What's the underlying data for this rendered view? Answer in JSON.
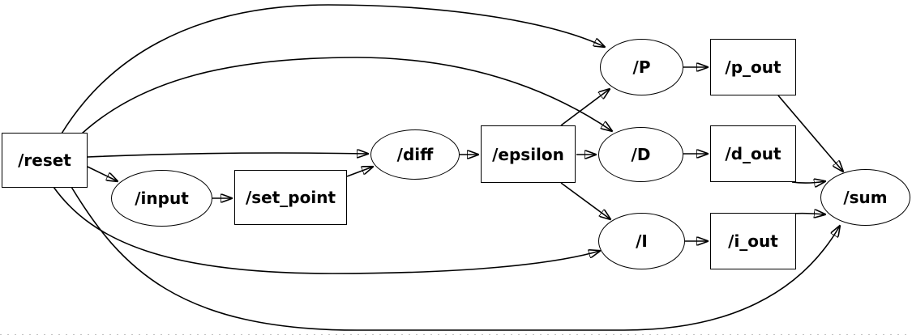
{
  "nodes": {
    "reset": {
      "label": "/reset",
      "shape": "box"
    },
    "input": {
      "label": "/input",
      "shape": "ellipse"
    },
    "set_point": {
      "label": "/set_point",
      "shape": "box"
    },
    "diff": {
      "label": "/diff",
      "shape": "ellipse"
    },
    "epsilon": {
      "label": "/epsilon",
      "shape": "box"
    },
    "P": {
      "label": "/P",
      "shape": "ellipse"
    },
    "D": {
      "label": "/D",
      "shape": "ellipse"
    },
    "I": {
      "label": "/I",
      "shape": "ellipse"
    },
    "p_out": {
      "label": "/p_out",
      "shape": "box"
    },
    "d_out": {
      "label": "/d_out",
      "shape": "box"
    },
    "i_out": {
      "label": "/i_out",
      "shape": "box"
    },
    "sum": {
      "label": "/sum",
      "shape": "ellipse"
    }
  },
  "edges": [
    {
      "from": "/reset",
      "to": "/P"
    },
    {
      "from": "/reset",
      "to": "/D"
    },
    {
      "from": "/reset",
      "to": "/diff"
    },
    {
      "from": "/reset",
      "to": "/input"
    },
    {
      "from": "/reset",
      "to": "/I"
    },
    {
      "from": "/reset",
      "to": "/sum"
    },
    {
      "from": "/input",
      "to": "/set_point"
    },
    {
      "from": "/set_point",
      "to": "/diff"
    },
    {
      "from": "/diff",
      "to": "/epsilon"
    },
    {
      "from": "/epsilon",
      "to": "/P"
    },
    {
      "from": "/epsilon",
      "to": "/D"
    },
    {
      "from": "/epsilon",
      "to": "/I"
    },
    {
      "from": "/P",
      "to": "/p_out"
    },
    {
      "from": "/D",
      "to": "/d_out"
    },
    {
      "from": "/I",
      "to": "/i_out"
    },
    {
      "from": "/p_out",
      "to": "/sum"
    },
    {
      "from": "/d_out",
      "to": "/sum"
    },
    {
      "from": "/i_out",
      "to": "/sum"
    }
  ],
  "colors": {
    "stroke": "#000000",
    "background": "#ffffff",
    "node_fill": "#ffffff",
    "bottom_edge_dots": "#c2c2c2"
  }
}
